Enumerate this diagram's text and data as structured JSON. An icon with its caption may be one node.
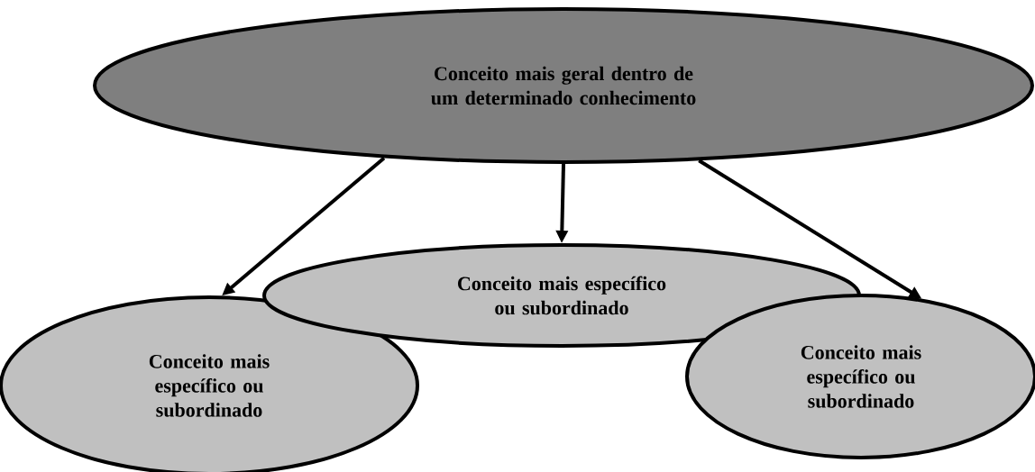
{
  "diagram": {
    "nodes": [
      {
        "text": [
          "Conceito mais geral dentro de um determinado conhecimento"
        ]
      },
      {
        "text": [
          "Conceito mais específico ou subordinado"
        ]
      },
      {
        "text": [
          "Conceito mais específico ou subordinado"
        ]
      },
      {
        "text": [
          "Conceito mais específico ou subordinado"
        ]
      }
    ],
    "edges": [
      {
        "from": 0,
        "to": 1,
        "arrow": "to"
      },
      {
        "from": 0,
        "to": 2,
        "arrow": "to"
      },
      {
        "from": 0,
        "to": 3,
        "arrow": "to"
      }
    ]
  }
}
